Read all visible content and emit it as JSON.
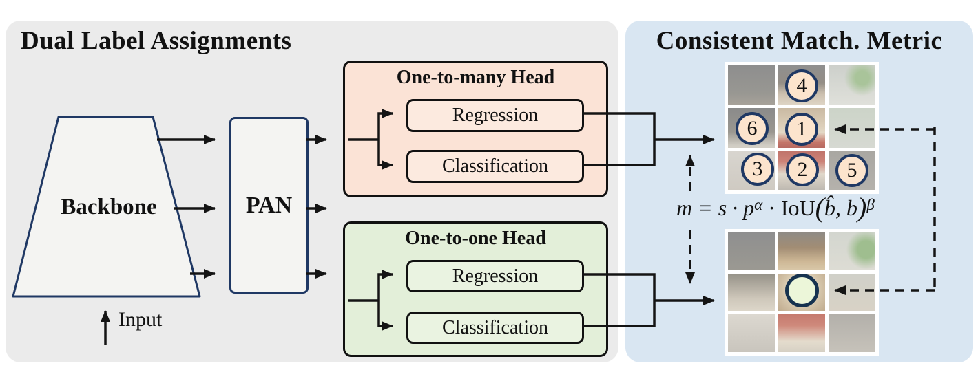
{
  "dual_panel": {
    "title": "Dual Label Assignments",
    "backbone_label": "Backbone",
    "input_label": "Input",
    "pan_label": "PAN",
    "one_to_many": {
      "title": "One-to-many Head",
      "regression": "Regression",
      "classification": "Classification"
    },
    "one_to_one": {
      "title": "One-to-one Head",
      "regression": "Regression",
      "classification": "Classification"
    }
  },
  "metric_panel": {
    "title": "Consistent Match. Metric",
    "formula": {
      "lhs": "m = s · p",
      "alpha": "α",
      "dot_iou": " · IoU",
      "open": "(",
      "args": "b̂, b",
      "close": ")",
      "beta": "β"
    },
    "top_grid": {
      "circles": [
        {
          "label": "4",
          "cell": "top-center"
        },
        {
          "label": "6",
          "cell": "middle-left"
        },
        {
          "label": "1",
          "cell": "middle-center"
        },
        {
          "label": "3",
          "cell": "bottom-left"
        },
        {
          "label": "2",
          "cell": "bottom-center"
        },
        {
          "label": "5",
          "cell": "bottom-right"
        }
      ]
    },
    "bottom_grid": {
      "circles": [
        {
          "label": "",
          "cell": "middle-center"
        }
      ]
    }
  },
  "colors": {
    "gray_panel": "#ebebeb",
    "blue_panel": "#d9e6f2",
    "navy": "#1f3864",
    "line": "#141414",
    "peach": "#fbe3d6",
    "peach_light": "#fceadf",
    "green": "#e3efd9",
    "green_light": "#eaf3e1",
    "circle_peach": "#fce4cd",
    "circle_green": "#ecf6d9",
    "box_fill": "#f4f4f2"
  }
}
